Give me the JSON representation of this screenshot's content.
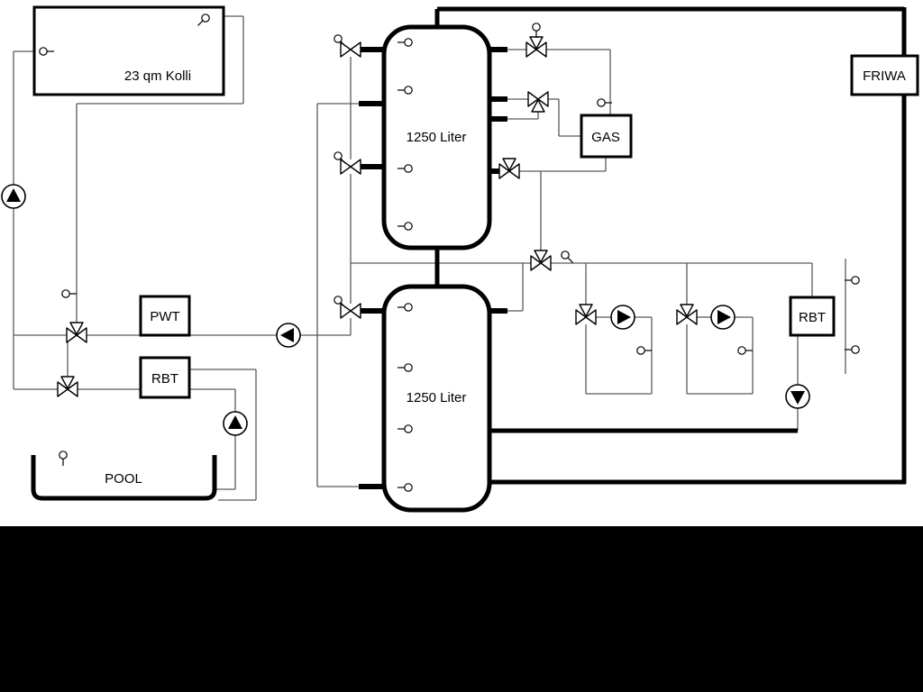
{
  "diagram": {
    "labels": {
      "collector": "23 qm Kolli",
      "tank_top": "1250 Liter",
      "tank_bottom": "1250 Liter",
      "pwt": "PWT",
      "rbt_pool": "RBT",
      "rbt_right": "RBT",
      "gas": "GAS",
      "friwa": "FRIWA",
      "pool": "POOL"
    },
    "colors": {
      "background": "#ffffff",
      "pipe_thick": "#000000",
      "pipe_thin": "#5a5a5a",
      "symbol_fill": "#ffffff",
      "bottom_band": "#000000"
    },
    "icons": {
      "pump": "pump-icon",
      "valve": "valve-icon",
      "three_way_valve": "three-way-valve-icon",
      "sensor": "temperature-sensor-icon"
    }
  }
}
